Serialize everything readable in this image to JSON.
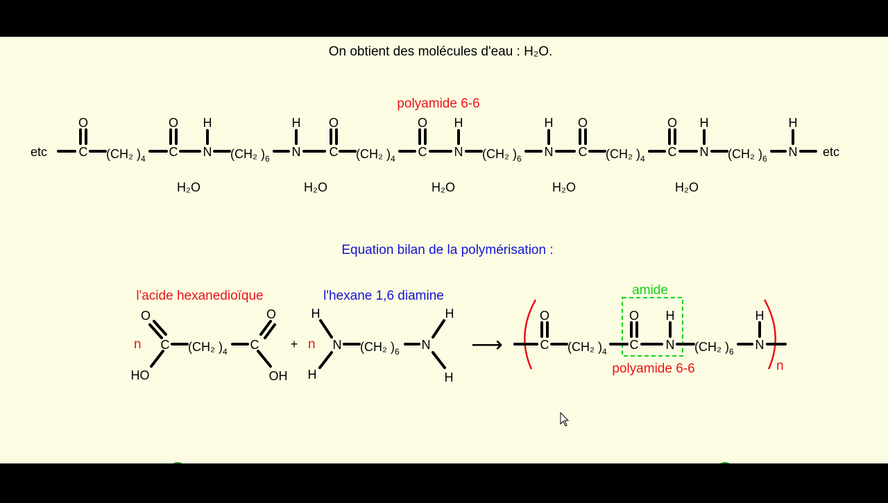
{
  "colors": {
    "background": "#FCFCE3",
    "letterbox": "#000000",
    "text": "#000000",
    "red": "#E81414",
    "blue": "#1414D2",
    "green": "#14D214",
    "nav_button": "#2E9A2E"
  },
  "heading": "On obtient des molécules d'eau : H₂O.",
  "chain": {
    "title": "polyamide 6-6",
    "start_label": "etc",
    "end_label": "etc",
    "atoms": {
      "O": "O",
      "H": "H",
      "C": "C",
      "N": "N"
    },
    "ch2_4": {
      "text": "(CH₂ )",
      "subscript": "4"
    },
    "ch2_6": {
      "text": "(CH₂ )",
      "subscript": "6"
    },
    "water": [
      "H₂O",
      "H₂O",
      "H₂O",
      "H₂O",
      "H₂O"
    ]
  },
  "equation": {
    "title": "Equation bilan de la polymérisation  :",
    "acid_name": "l'acide hexanedioïque",
    "diamine_name": "l'hexane 1,6 diamine",
    "coefficient": "n",
    "plus": "+",
    "arrow": "⟶",
    "hydroxyl_left": "HO",
    "hydroxyl_right": "OH",
    "amide_label": "amide",
    "product_name": "polyamide 6-6",
    "repeat_subscript": "n"
  }
}
